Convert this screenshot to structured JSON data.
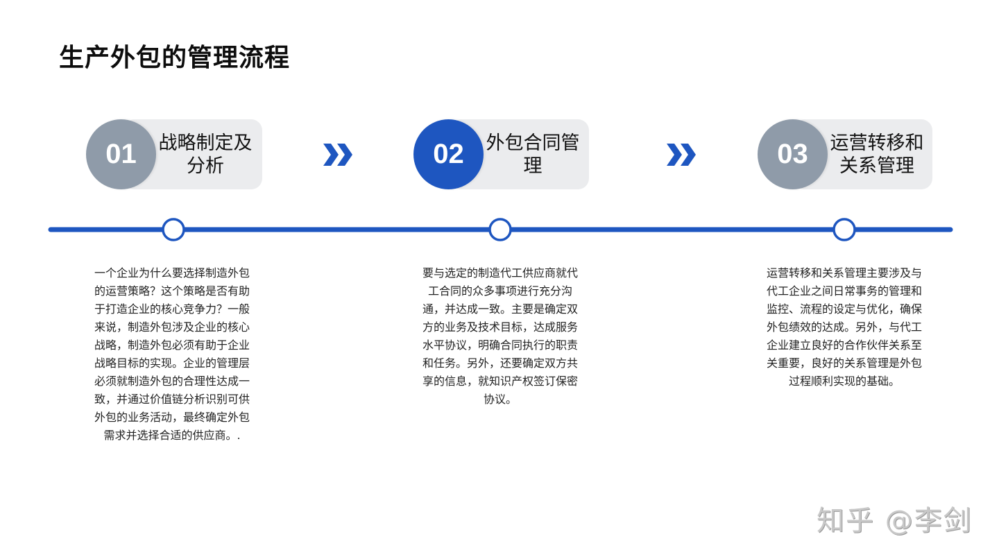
{
  "title": "生产外包的管理流程",
  "colors": {
    "accent_blue": "#1E56C0",
    "inactive_gray": "#8F9BA9",
    "pill_bg": "#EBECEE",
    "text": "#222222",
    "watermark": "#C8C8C8"
  },
  "steps": [
    {
      "number": "01",
      "label_line1": "战略制定及",
      "label_line2": "分析",
      "active": false,
      "circle_color": "#8F9BA9",
      "description": "一个企业为什么要选择制造外包的运营策略？这个策略是否有助于打造企业的核心竞争力？一般来说，制造外包涉及企业的核心战略，制造外包必须有助于企业战略目标的实现。企业的管理层必须就制造外包的合理性达成一致，并通过价值链分析识别可供外包的业务活动，最终确定外包需求并选择合适的供应商。."
    },
    {
      "number": "02",
      "label_line1": "外包合同管",
      "label_line2": "理",
      "active": true,
      "circle_color": "#1E56C0",
      "description": "要与选定的制造代工供应商就代工合同的众多事项进行充分沟通，并达成一致。主要是确定双方的业务及技术目标，达成服务水平协议，明确合同执行的职责和任务。另外，还要确定双方共享的信息，就知识产权签订保密协议。"
    },
    {
      "number": "03",
      "label_line1": "运营转移和",
      "label_line2": "关系管理",
      "active": false,
      "circle_color": "#8F9BA9",
      "description": "运营转移和关系管理主要涉及与代工企业之间日常事务的管理和监控、流程的设定与优化，确保外包绩效的达成。另外，与代工企业建立良好的合作伙伴关系至关重要，良好的关系管理是外包过程顺利实现的基础。"
    }
  ],
  "arrows": [
    "double-chevron-right-icon",
    "double-chevron-right-icon"
  ],
  "timeline": {
    "nodes": 3,
    "color": "#1E56C0"
  },
  "watermark": "知乎 @李剑"
}
